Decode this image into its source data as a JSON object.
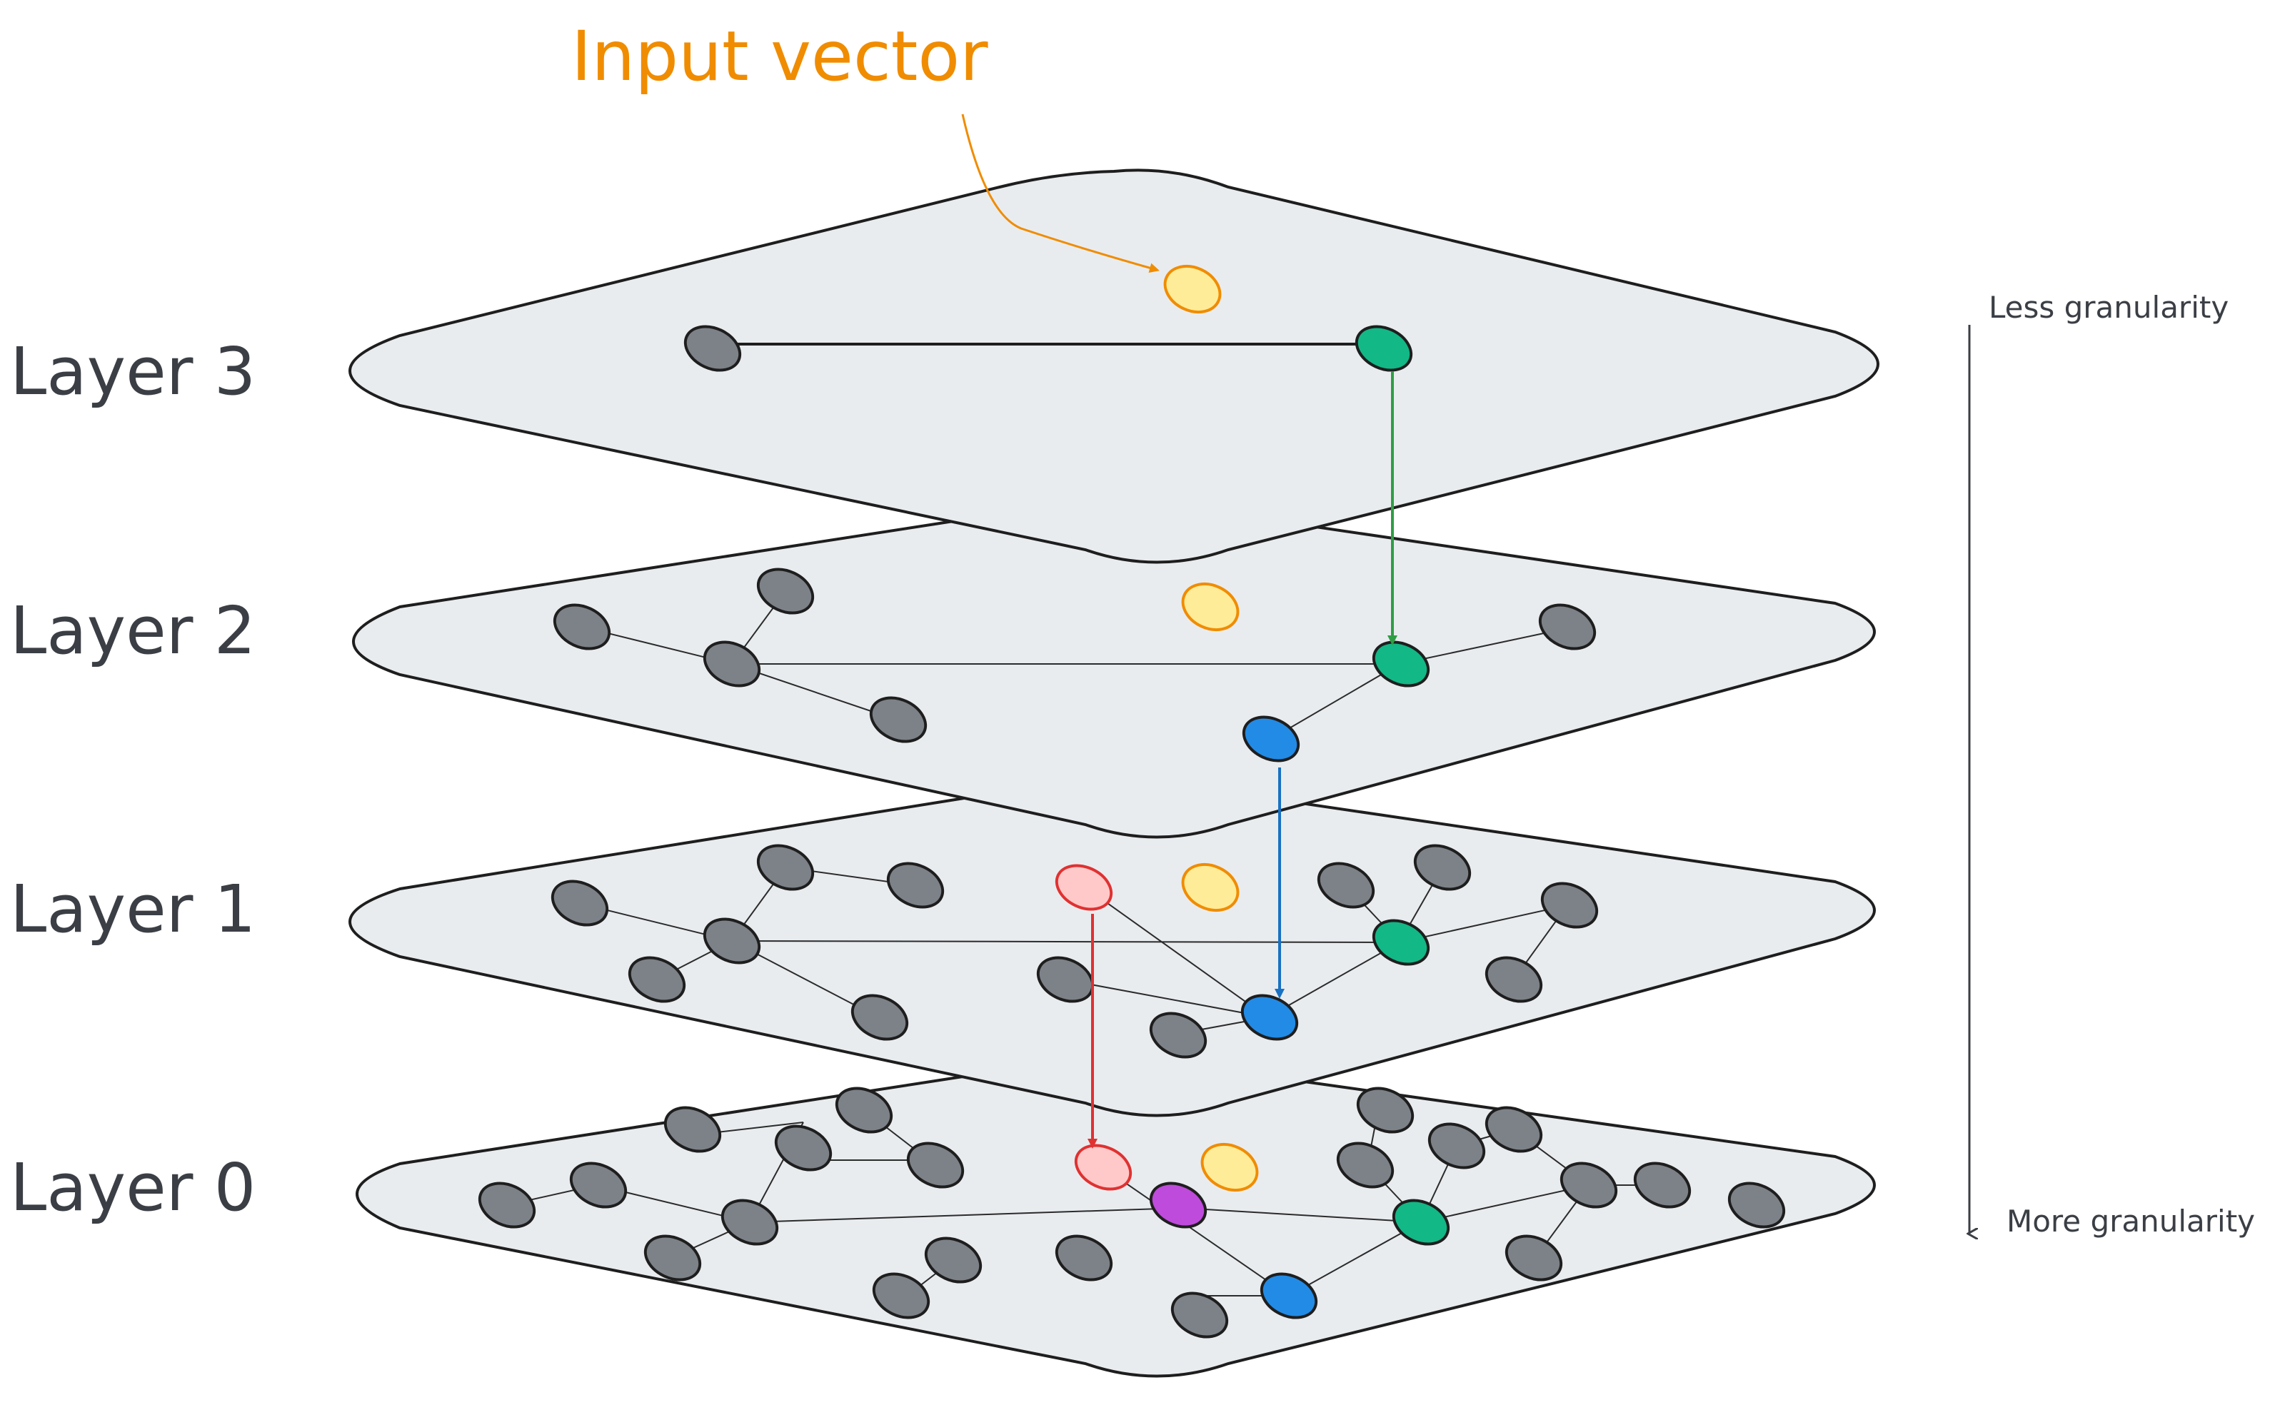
{
  "labels": {
    "input_vector": "Input vector",
    "less_granularity": "Less granularity",
    "more_granularity": "More granularity",
    "layers": [
      "Layer 3",
      "Layer 2",
      "Layer 1",
      "Layer 0"
    ]
  },
  "colors": {
    "node_default": "#7d8288",
    "query": "#ffec99",
    "query_stroke": "#f08c00",
    "green": "#12b886",
    "green_stroke": "#2f9e44",
    "blue": "#228be6",
    "blue_stroke": "#1971c2",
    "red": "#ffc9c9",
    "red_stroke": "#e03131",
    "purple": "#be4bdb",
    "plane_fill": "#e9ecef"
  }
}
